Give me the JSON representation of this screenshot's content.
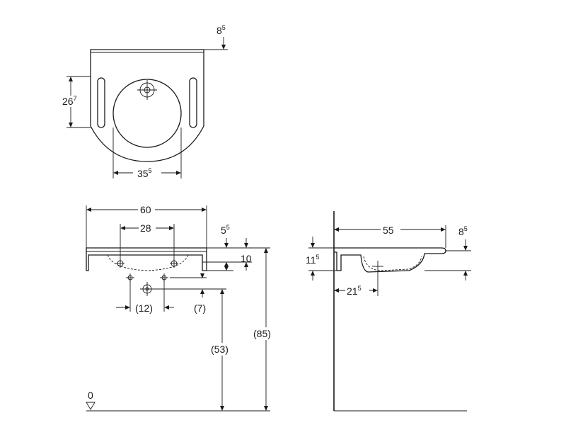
{
  "top_view": {
    "dim_thickness": {
      "main": "8",
      "sup": "5"
    },
    "dim_depth": {
      "main": "26",
      "sup": "7"
    },
    "dim_bowl": {
      "main": "35",
      "sup": "5"
    }
  },
  "front_view": {
    "dim_width": {
      "main": "60",
      "sup": ""
    },
    "dim_holes": {
      "main": "28",
      "sup": ""
    },
    "dim_rim": {
      "main": "5",
      "sup": "5"
    },
    "dim_rim_height": {
      "main": "10",
      "sup": ""
    },
    "dim_waste_spacing": {
      "main": "(12)",
      "sup": ""
    },
    "dim_waste_offset": {
      "main": "(7)",
      "sup": ""
    },
    "dim_waste_height": {
      "main": "(53)",
      "sup": ""
    },
    "dim_total_height": {
      "main": "(85)",
      "sup": ""
    },
    "floor_label": {
      "main": "0",
      "sup": ""
    }
  },
  "side_view": {
    "dim_projection": {
      "main": "55",
      "sup": ""
    },
    "dim_rim": {
      "main": "8",
      "sup": "5"
    },
    "dim_height": {
      "main": "11",
      "sup": "5"
    },
    "dim_waste": {
      "main": "21",
      "sup": "5"
    }
  }
}
